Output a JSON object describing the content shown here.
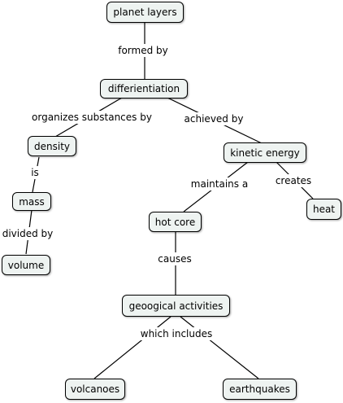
{
  "concept_map": {
    "nodes": {
      "planet_layers": "planet layers",
      "differentiation": "differientiation",
      "density": "density",
      "kinetic_energy": "kinetic energy",
      "mass": "mass",
      "volume": "volume",
      "hot_core": "hot core",
      "heat": "heat",
      "geological_activities": "geoogical activities",
      "volcanoes": "volcanoes",
      "earthquakes": "earthquakes"
    },
    "links": {
      "formed_by": "formed by",
      "organizes_substances_by": "organizes substances by",
      "achieved_by": "achieved by",
      "is": "is",
      "divided_by": "divided by",
      "maintains_a": "maintains a",
      "creates": "creates",
      "causes": "causes",
      "which_includes": "which includes"
    }
  }
}
